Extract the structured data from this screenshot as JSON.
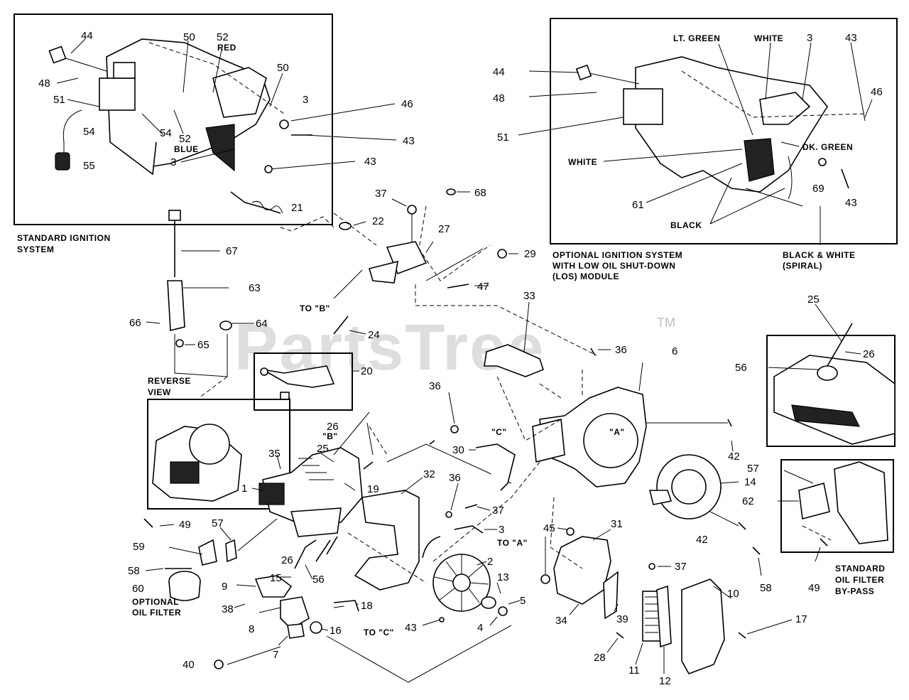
{
  "watermark": {
    "text": "PartsTree",
    "tm": "TM"
  },
  "labels": {
    "standard_ignition": [
      "STANDARD IGNITION",
      "SYSTEM"
    ],
    "optional_ignition": [
      "OPTIONAL IGNITION SYSTEM",
      "WITH LOW OIL SHUT-DOWN",
      "(LOS) MODULE"
    ],
    "reverse_view": [
      "REVERSE",
      "VIEW"
    ],
    "optional_oil_filter": [
      "OPTIONAL",
      "OIL FILTER"
    ],
    "standard_oil_filter_bypass": [
      "STANDARD",
      "OIL FILTER",
      "BY-PASS"
    ],
    "black_white_spiral": [
      "BLACK & WHITE",
      "(SPIRAL)"
    ],
    "wire_red": "RED",
    "wire_blue": "BLUE",
    "wire_lt_green": "LT. GREEN",
    "wire_white_top": "WHITE",
    "wire_white_left": "WHITE",
    "wire_dk_green": "DK. GREEN",
    "wire_black": "BLACK",
    "to_b": "TO \"B\"",
    "to_a": "TO \"A\"",
    "to_c": "TO \"C\"",
    "ref_b": "\"B\"",
    "ref_c": "\"C\"",
    "ref_a": "\"A\""
  },
  "parts": {
    "p44a": "44",
    "p48a": "48",
    "p51a": "51",
    "p54a": "54",
    "p55": "55",
    "p54b": "54",
    "p52a": "52",
    "p52b": "52",
    "p50a": "50",
    "p50b": "50",
    "p3a": "3",
    "p46a": "46",
    "p43a": "43",
    "p3b": "3",
    "p43b": "43",
    "p44b": "44",
    "p48b": "48",
    "p51b": "51",
    "p3c": "3",
    "p43c": "43",
    "p46b": "46",
    "p61": "61",
    "p69": "69",
    "p43d": "43",
    "p21": "21",
    "p22": "22",
    "p37a": "37",
    "p68": "68",
    "p27": "27",
    "p29": "29",
    "p47": "47",
    "p24": "24",
    "p67": "67",
    "p63": "63",
    "p64": "64",
    "p66": "66",
    "p65": "65",
    "p20": "20",
    "p33": "33",
    "p36a": "36",
    "p6": "6",
    "p25a": "25",
    "p26a": "26",
    "p56a": "56",
    "p36b": "36",
    "p26b": "26",
    "p25b": "25",
    "p35": "35",
    "p19": "19",
    "p1": "1",
    "p32": "32",
    "p30": "30",
    "p36c": "36",
    "p37b": "37",
    "p42a": "42",
    "p14": "14",
    "p42b": "42",
    "p57a": "57",
    "p62": "62",
    "p58a": "58",
    "p49a": "49",
    "p57b": "57",
    "p49b": "49",
    "p59": "59",
    "p58b": "58",
    "p60": "60",
    "p3d": "3",
    "p2": "2",
    "p45": "45",
    "p31": "31",
    "p37c": "37",
    "p13": "13",
    "p5": "5",
    "p4": "4",
    "p15": "15",
    "p26c": "26",
    "p56b": "56",
    "p9": "9",
    "p38": "38",
    "p8": "8",
    "p18": "18",
    "p16": "16",
    "p43e": "43",
    "p7": "7",
    "p40": "40",
    "p34": "34",
    "p39": "39",
    "p10": "10",
    "p17": "17",
    "p28": "28",
    "p11": "11",
    "p12": "12"
  }
}
